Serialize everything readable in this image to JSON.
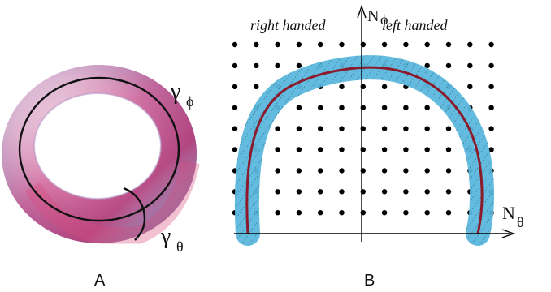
{
  "panel_a": {
    "label": "A",
    "curve_phi_label": "γ",
    "curve_phi_sub": "ϕ",
    "curve_theta_label": "γ",
    "curve_theta_sub": "θ"
  },
  "panel_b": {
    "label": "B",
    "axis_y_label": "N",
    "axis_y_sub": "ϕ",
    "axis_x_label": "N",
    "axis_x_sub": "θ",
    "region_left_label": "right handed",
    "region_right_label": "left handed"
  },
  "colors": {
    "band": "#5bb8dd",
    "curve": "#8b1a2b",
    "dots": "#000000",
    "torus_pink": "#d84a7a",
    "torus_blue": "#6e6aa6"
  }
}
